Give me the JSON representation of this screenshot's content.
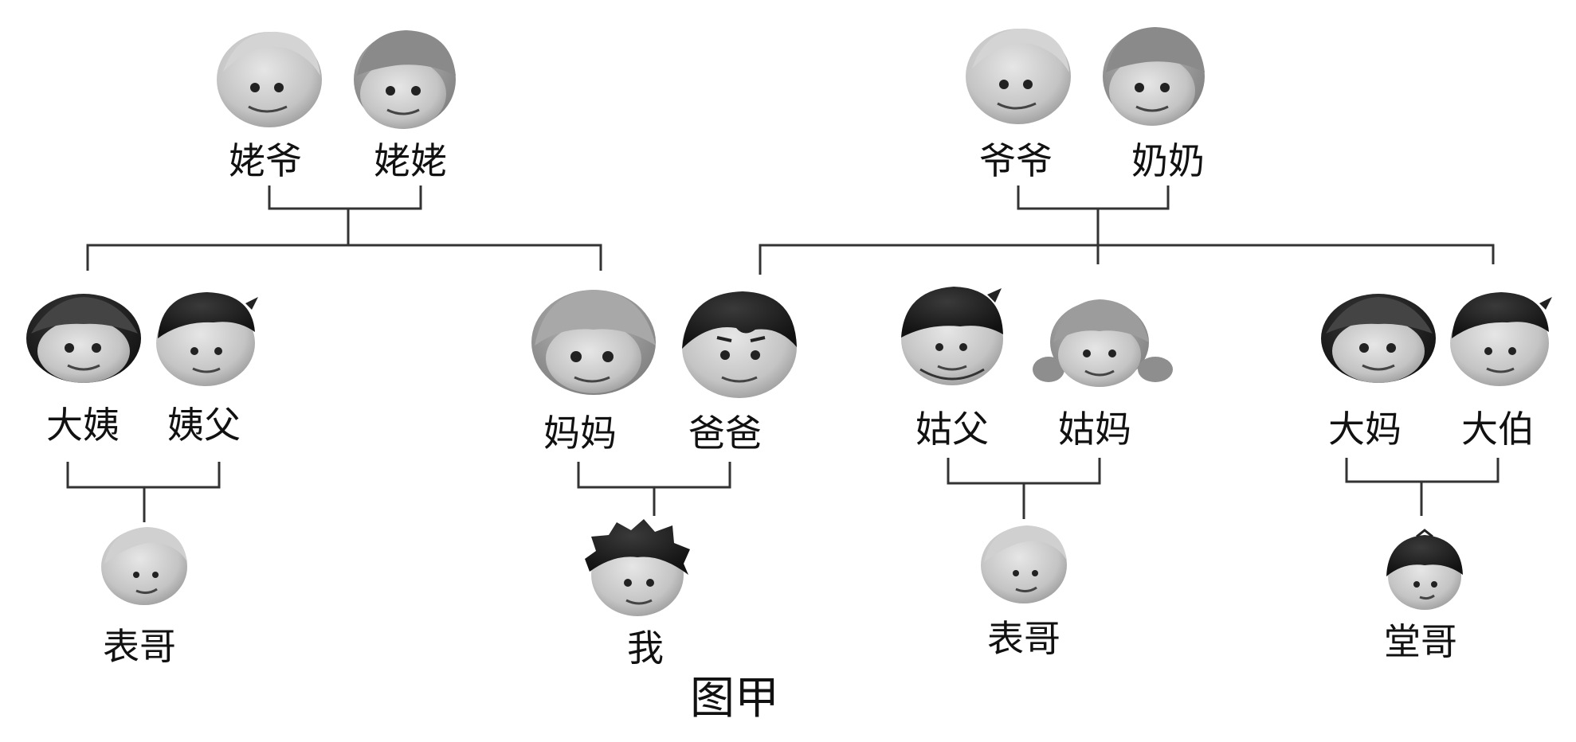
{
  "people": {
    "laoye": "姥爷",
    "laolao": "姥姥",
    "yeye": "爷爷",
    "nainai": "奶奶",
    "dayi": "大姨",
    "yifu": "姨父",
    "mama": "妈妈",
    "baba": "爸爸",
    "gufu": "姑父",
    "gumu": "姑妈",
    "dama": "大妈",
    "dabo": "大伯",
    "biaoge_left": "表哥",
    "wo": "我",
    "biaoge_right": "表哥",
    "tangge": "堂哥"
  },
  "caption": "图甲"
}
